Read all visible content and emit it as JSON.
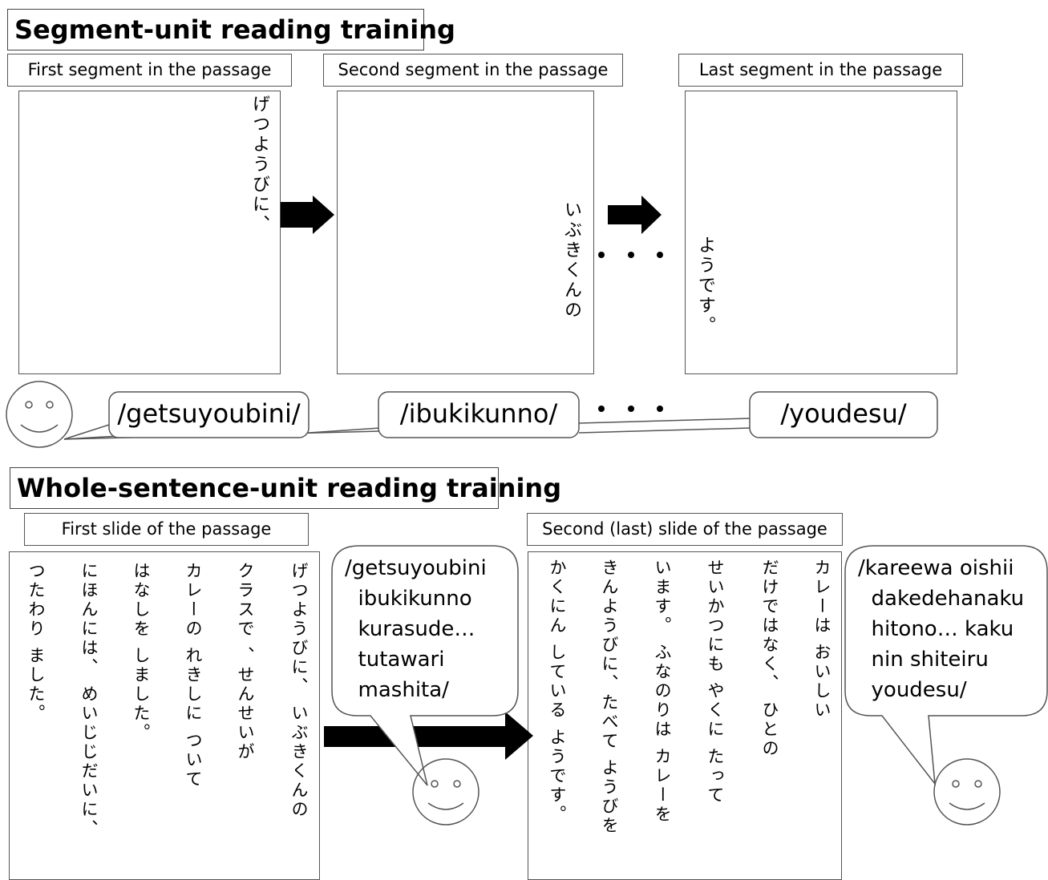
{
  "segment_section": {
    "heading": "Segment-unit reading  training",
    "captions": [
      "First segment in the passage",
      "Second segment in the passage",
      "Last segment in the passage"
    ],
    "slide_texts": [
      "げつようびに、",
      "いぶきくんの",
      "ようです。"
    ],
    "ellipsis": "・・・",
    "speech_pills": [
      "/getsuyoubini/",
      "/ibukikunno/",
      "/youdesu/"
    ]
  },
  "whole_section": {
    "heading": "Whole-sentence-unit reading  training",
    "captions": [
      "First slide of the passage",
      "Second (last) slide of the passage"
    ],
    "first_slide_columns": [
      "げつようびに、 いぶきくんの",
      "クラスで 、せんせいが",
      "カレーの れきしに ついて",
      "はなしを しました。",
      "にほんには、 めいじじだいに、",
      "つたわり ました。"
    ],
    "second_slide_columns": [
      "カレーは おいしい",
      "だけではなく、 ひとの",
      "せいかつにも やくに たって",
      "います。 ふなのりは カレーを",
      "きんようびに、たべて ようびを",
      "かくにん している ようです。"
    ],
    "bubble_first": "/getsuyoubini\n  ibukikunno\n  kurasude…\n  tutawari\n  mashita/",
    "bubble_second": "/kareewa oishii\n  dakedehanaku\n  hitono… kaku\n  nin shiteiru\n  youdesu/"
  },
  "colors": {
    "stroke": "#555555",
    "arrow": "#000000",
    "background": "#ffffff"
  },
  "icons": [
    "smiley-face-icon",
    "right-arrow-icon"
  ]
}
